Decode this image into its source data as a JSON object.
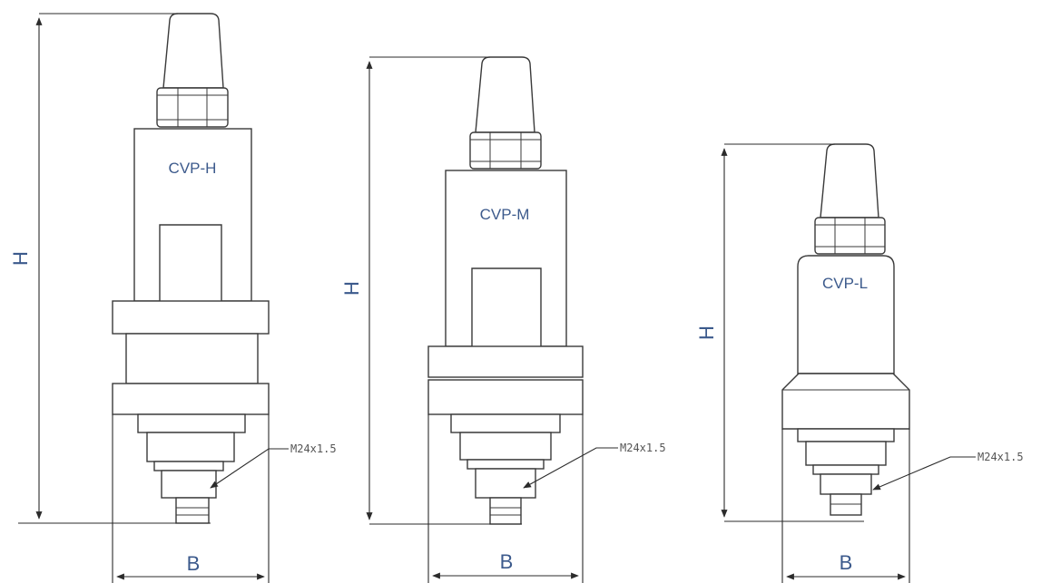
{
  "valves": [
    {
      "id": "cvp-h",
      "model": "CVP-H",
      "height_label": "H",
      "width_label": "B",
      "thread_label": "M24x1.5"
    },
    {
      "id": "cvp-m",
      "model": "CVP-M",
      "height_label": "H",
      "width_label": "B",
      "thread_label": "M24x1.5"
    },
    {
      "id": "cvp-l",
      "model": "CVP-L",
      "height_label": "H",
      "width_label": "B",
      "thread_label": "M24x1.5"
    }
  ],
  "colors": {
    "label": "#3c5a8c",
    "line": "#3a3a3a"
  }
}
